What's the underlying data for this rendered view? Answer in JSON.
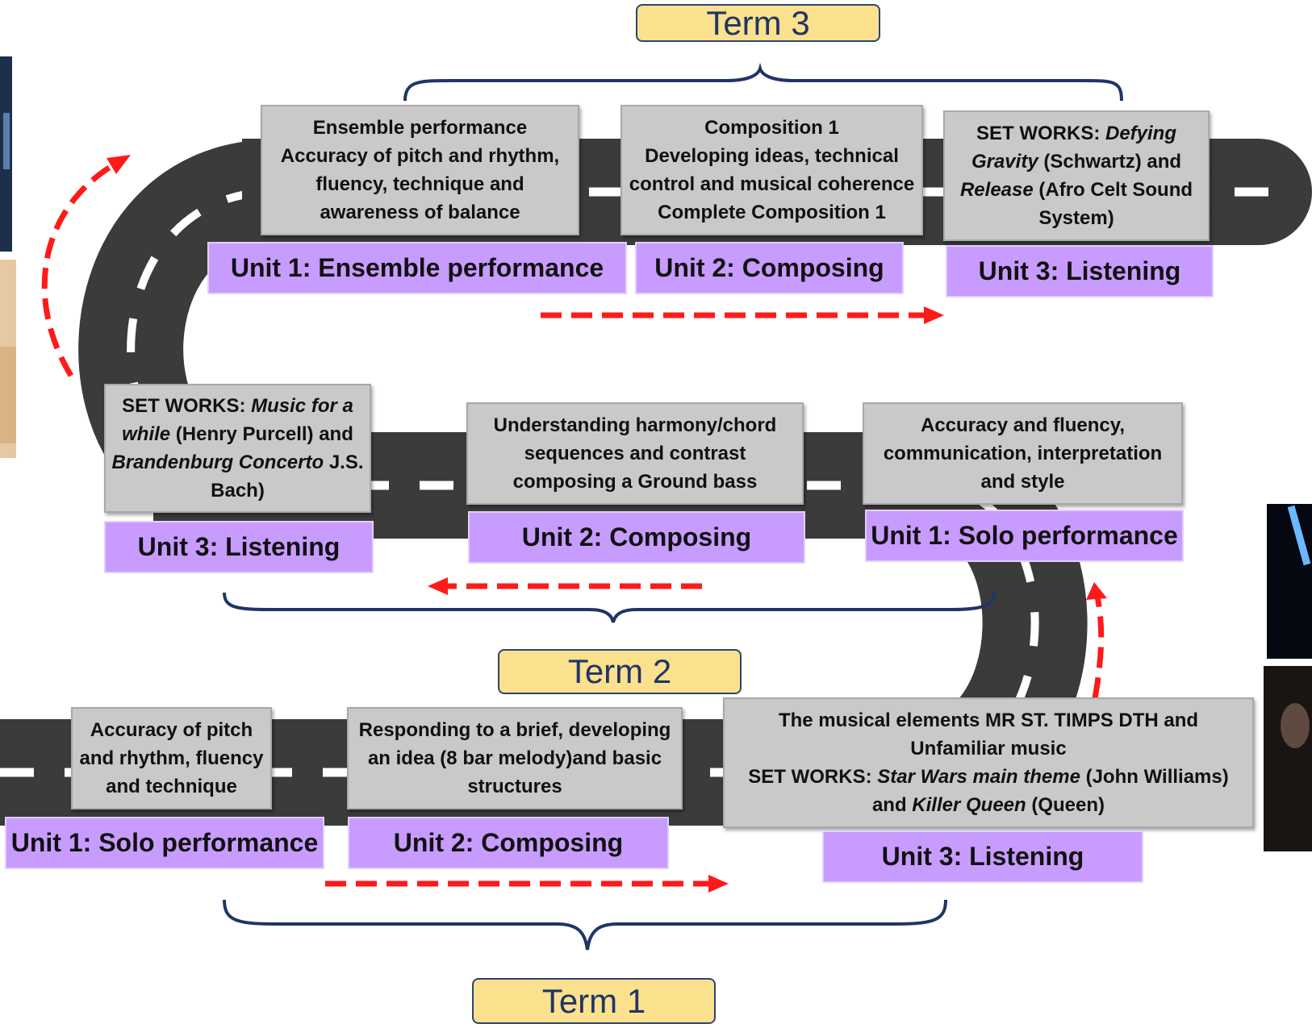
{
  "colors": {
    "road": "#3b3b3b",
    "road_dash": "#ffffff",
    "info_box": "#c9c9c9",
    "unit_box": "#c89bff",
    "term_box": "#fbe08e",
    "term_text": "#1f3566",
    "brace": "#1f3566",
    "arrow": "#ff1a1a"
  },
  "terms": {
    "term1": "Term 1",
    "term2": "Term 2",
    "term3": "Term 3"
  },
  "term3": {
    "ensemble_desc": {
      "line1": "Ensemble performance",
      "line2": "Accuracy of pitch and rhythm,",
      "line3": "fluency, technique and",
      "line4": "awareness of balance"
    },
    "composition_desc": {
      "line1": "Composition 1",
      "line2": "Developing ideas, technical",
      "line3": "control and musical coherence",
      "line4": "Complete Composition 1"
    },
    "listening_desc": {
      "prefix": "SET WORKS: ",
      "work1": "Defying Gravity",
      "work1_composer": " (Schwartz) and ",
      "work2": "Release",
      "work2_composer": " (Afro Celt Sound System)"
    },
    "unit1": "Unit 1: Ensemble performance",
    "unit2": "Unit 2: Composing",
    "unit3": "Unit 3: Listening"
  },
  "term2": {
    "listening_desc": {
      "prefix": "SET WORKS: ",
      "work1": "Music for a while",
      "work1_composer": " (Henry Purcell) and ",
      "work2": "Brandenburg Concerto",
      "work2_composer": " J.S. Bach)"
    },
    "composing_desc": {
      "line1": "Understanding harmony/chord",
      "line2": "sequences and contrast",
      "line3": "composing a Ground bass"
    },
    "solo_desc": {
      "line1": "Accuracy and fluency,",
      "line2": "communication, interpretation",
      "line3": "and style"
    },
    "unit3": "Unit 3: Listening",
    "unit2": "Unit 2: Composing",
    "unit1": "Unit 1: Solo performance"
  },
  "term1": {
    "solo_desc": {
      "line1": "Accuracy of pitch",
      "line2": "and rhythm, fluency",
      "line3": "and technique"
    },
    "composing_desc": {
      "line1": "Responding to a brief, developing",
      "line2": "an idea (8 bar melody)and basic",
      "line3": "structures"
    },
    "listening_desc": {
      "line1": "The musical elements MR ST. TIMPS DTH and",
      "line2": "Unfamiliar music",
      "prefix": "SET WORKS: ",
      "work1": "Star Wars main theme",
      "work1_composer": " (John Williams)",
      "and": "and ",
      "work2": "Killer Queen",
      "work2_composer": " (Queen)"
    },
    "unit1": "Unit 1: Solo performance",
    "unit2": "Unit 2: Composing",
    "unit3": "Unit 3: Listening"
  }
}
